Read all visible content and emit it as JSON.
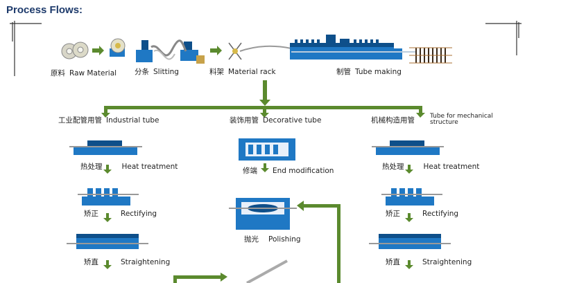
{
  "header": {
    "title": "Process Flows:"
  },
  "colors": {
    "machine": "#1f78c4",
    "machine_dark": "#0e4f8a",
    "arrow": "#5b8a2e",
    "frame": "#333333"
  },
  "top_row": [
    {
      "cn": "原料",
      "en": "Raw Material"
    },
    {
      "cn": "分条",
      "en": "Slitting"
    },
    {
      "cn": "料架",
      "en": "Material rack"
    },
    {
      "cn": "制管",
      "en": "Tube making"
    }
  ],
  "branches": {
    "left": {
      "cn": "工业配管用管",
      "en": "Industrial tube"
    },
    "middle": {
      "cn": "装饰用管",
      "en": "Decorative tube"
    },
    "right": {
      "cn": "机械构造用管",
      "en_line1": "Tube for mechanical",
      "en_line2": "structure"
    }
  },
  "left_steps": [
    {
      "cn": "热处理",
      "en": "Heat treatment"
    },
    {
      "cn": "矫正",
      "en": "Rectifying"
    },
    {
      "cn": "矫直",
      "en": "Straightening"
    }
  ],
  "middle_steps": [
    {
      "cn": "修端",
      "en": "End modification"
    },
    {
      "cn": "抛光",
      "en": "Polishing"
    }
  ],
  "right_steps": [
    {
      "cn": "热处理",
      "en": "Heat treatment"
    },
    {
      "cn": "矫正",
      "en": "Rectifying"
    },
    {
      "cn": "矫直",
      "en": "Straightening"
    }
  ]
}
